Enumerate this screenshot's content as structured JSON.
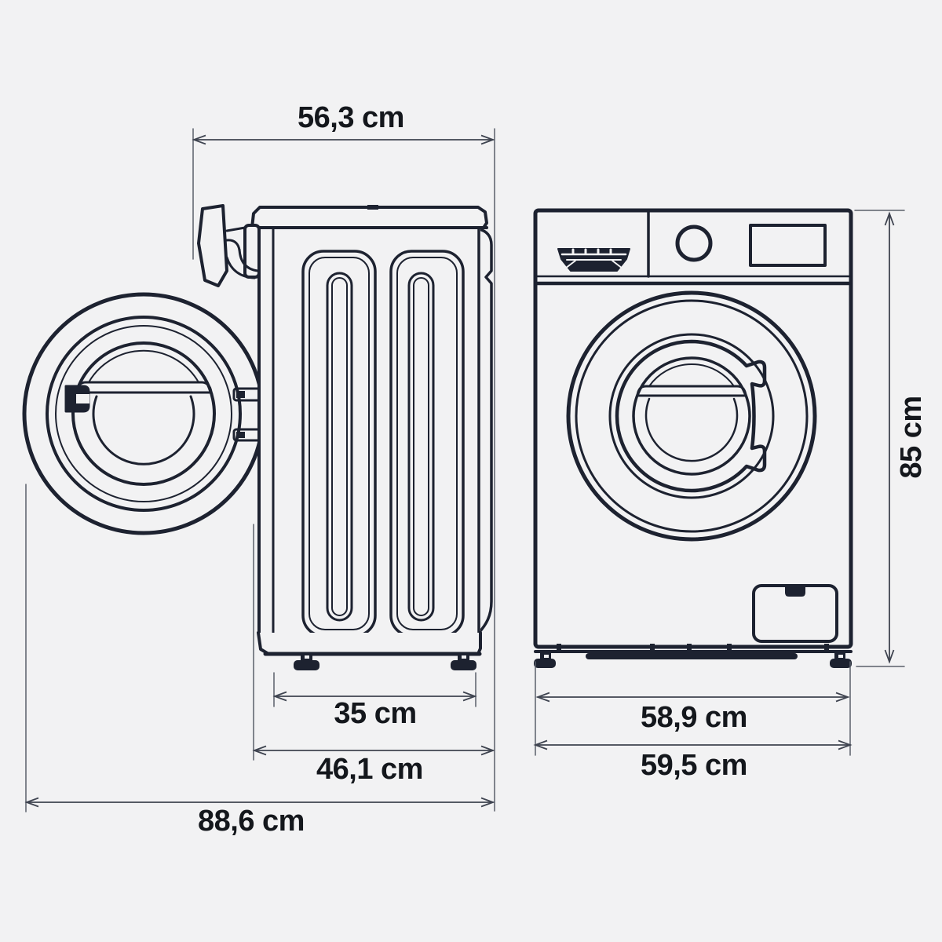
{
  "diagram": {
    "type": "product-dimension-drawing",
    "subject": "washing machine side view (door open) and front view with outer dimensions",
    "unit": "cm",
    "labels": {
      "depth_top": "56,3 cm",
      "feet_depth": "35 cm",
      "body_depth": "46,1 cm",
      "depth_door_open": "88,6 cm",
      "height": "85 cm",
      "width_feet": "58,9 cm",
      "width_total": "59,5 cm"
    },
    "colors": {
      "background": "#f2f2f3",
      "outline": "#1d2230",
      "dimension_line": "#3f4450",
      "text": "#14171c"
    }
  }
}
